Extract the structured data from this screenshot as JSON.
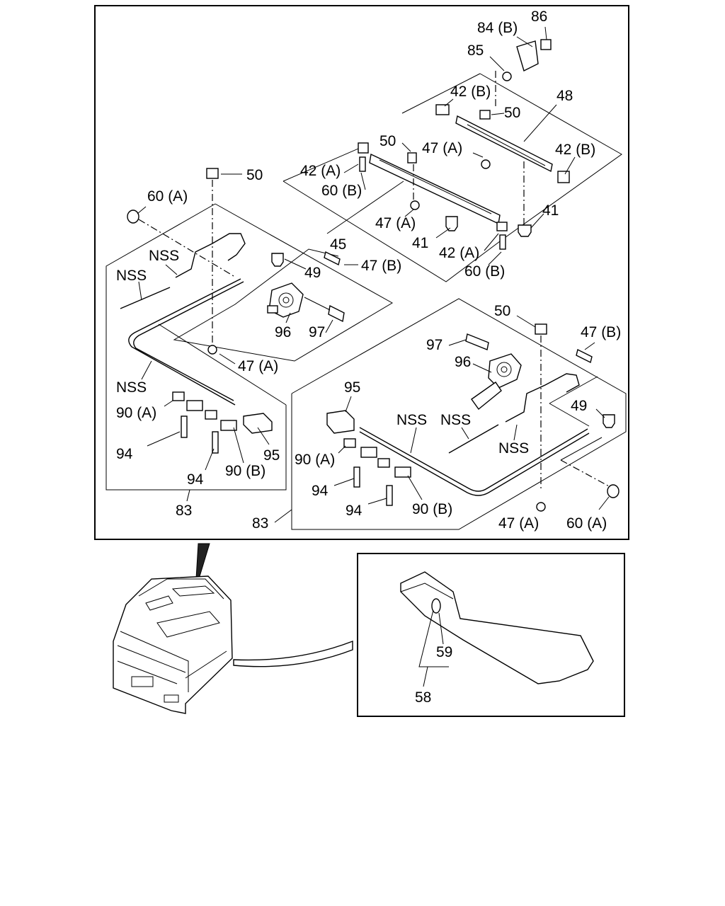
{
  "labels": {
    "l_84b": "84 (B)",
    "l_86": "86",
    "l_85": "85",
    "l_42b_1": "42 (B)",
    "l_48": "48",
    "l_50_1": "50",
    "l_50_2": "50",
    "l_47a_1": "47 (A)",
    "l_42b_2": "42 (B)",
    "l_42a_1": "42 (A)",
    "l_60b_1": "60 (B)",
    "l_50_3": "50",
    "l_60a_1": "60 (A)",
    "l_47a_2": "47 (A)",
    "l_41_1": "41",
    "l_45": "45",
    "l_41_2": "41",
    "l_42a_2": "42 (A)",
    "l_nss_1": "NSS",
    "l_nss_2": "NSS",
    "l_49_1": "49",
    "l_47b_1": "47 (B)",
    "l_60b_2": "60 (B)",
    "l_96_1": "96",
    "l_97_1": "97",
    "l_47a_3": "47 (A)",
    "l_nss_3": "NSS",
    "l_90a_1": "90 (A)",
    "l_94_1": "94",
    "l_95_1": "95",
    "l_94_2": "94",
    "l_90b_1": "90 (B)",
    "l_83_1": "83",
    "l_50_4": "50",
    "l_47b_2": "47 (B)",
    "l_97_2": "97",
    "l_96_2": "96",
    "l_95_2": "95",
    "l_nss_4": "NSS",
    "l_nss_5": "NSS",
    "l_nss_6": "NSS",
    "l_49_2": "49",
    "l_90a_2": "90 (A)",
    "l_94_3": "94",
    "l_94_4": "94",
    "l_90b_2": "90 (B)",
    "l_83_2": "83",
    "l_47a_4": "47 (A)",
    "l_60a_2": "60 (A)",
    "l_59": "59",
    "l_58": "58"
  }
}
